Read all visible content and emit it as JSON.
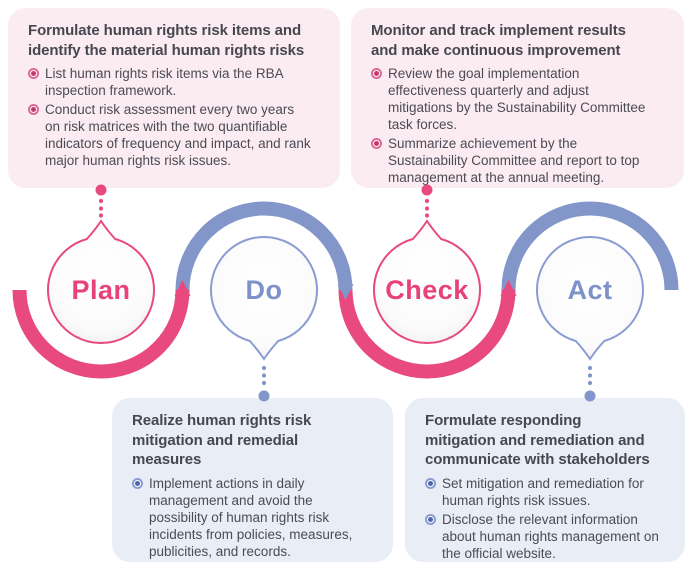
{
  "palette": {
    "pink": "#e8497e",
    "blue": "#8296c9",
    "pink_box_bg": "#fbecf1",
    "blue_box_bg": "#e9edf6",
    "title_text": "#47474f",
    "body_text": "#4b4b55"
  },
  "pdca": [
    {
      "id": "plan",
      "label": "Plan"
    },
    {
      "id": "do",
      "label": "Do"
    },
    {
      "id": "check",
      "label": "Check"
    },
    {
      "id": "act",
      "label": "Act"
    }
  ],
  "cards": {
    "plan": {
      "title": "Formulate human rights risk items and\nidentify the material human rights risks",
      "items": [
        "List human rights risk items via the RBA\ninspection framework.",
        "Conduct risk assessment every two years\non risk matrices with the two quantifiable\nindicators of frequency and impact, and rank\nmajor human rights risk issues."
      ]
    },
    "check": {
      "title": "Monitor and track implement results\nand make continuous improvement",
      "items": [
        "Review the goal implementation\neffectiveness quarterly and adjust\nmitigations by the Sustainability Committee\ntask forces.",
        "Summarize achievement by the\nSustainability Committee and report to top\nmanagement at the annual meeting."
      ]
    },
    "do": {
      "title": "Realize human rights risk\nmitigation and remedial\nmeasures",
      "items": [
        "Implement actions in daily\nmanagement and avoid the\npossibility of human rights risk\nincidents from policies, measures,\npublicities, and records."
      ]
    },
    "act": {
      "title": "Formulate responding\nmitigation and remediation and\ncommunicate with stakeholders",
      "items": [
        "Set mitigation and remediation for\nhuman rights risk issues.",
        "Disclose the relevant information\nabout human rights management on\nthe official website."
      ]
    }
  }
}
